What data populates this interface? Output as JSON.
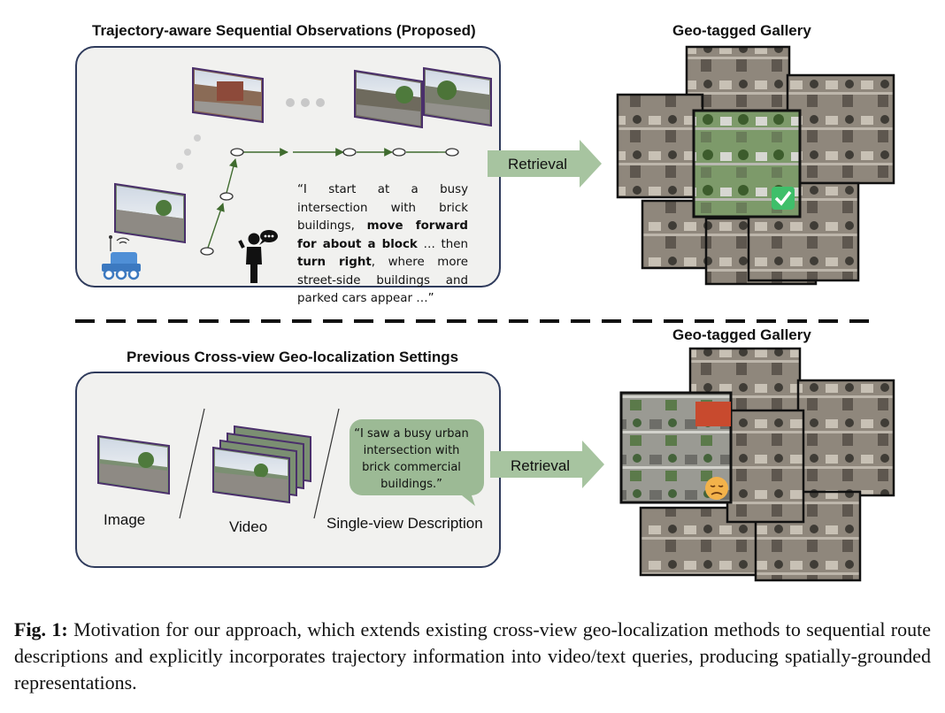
{
  "top": {
    "title": "Trajectory-aware Sequential Observations (Proposed)",
    "quote_parts": [
      {
        "text": "“I start at a busy intersection with brick buildings, ",
        "bold": false
      },
      {
        "text": "move forward for about a block",
        "bold": true
      },
      {
        "text": " … then ",
        "bold": false
      },
      {
        "text": "turn right",
        "bold": true
      },
      {
        "text": ", where more street-side buildings and parked cars appear …”",
        "bold": false
      }
    ],
    "arrow_label": "Retrieval",
    "gallery_title": "Geo-tagged Gallery"
  },
  "bottom": {
    "title": "Previous Cross-view Geo-localization Settings",
    "labels": {
      "image": "Image",
      "video": "Video",
      "single_view": "Single-view Description"
    },
    "bubble_text": "“I saw a busy urban intersection with brick commercial buildings.”",
    "arrow_label": "Retrieval",
    "gallery_title": "Geo-tagged Gallery"
  },
  "caption": {
    "label": "Fig. 1:",
    "text": "Motivation for our approach, which extends existing cross-view geo-localization methods to sequential route descriptions and explicitly incorporates trajectory information into video/text queries, producing spatially-grounded representations."
  },
  "colors": {
    "panel_border": "#2f3b5c",
    "panel_fill": "#f1f1ef",
    "arrow_green": "#a7c4a0",
    "path_green": "#3f6b2e",
    "bubble_green": "#9cba95",
    "check_green": "#3fbf6a"
  },
  "icons": [
    "robot-icon",
    "person-speaking-icon",
    "check-icon",
    "sad-face-icon"
  ]
}
